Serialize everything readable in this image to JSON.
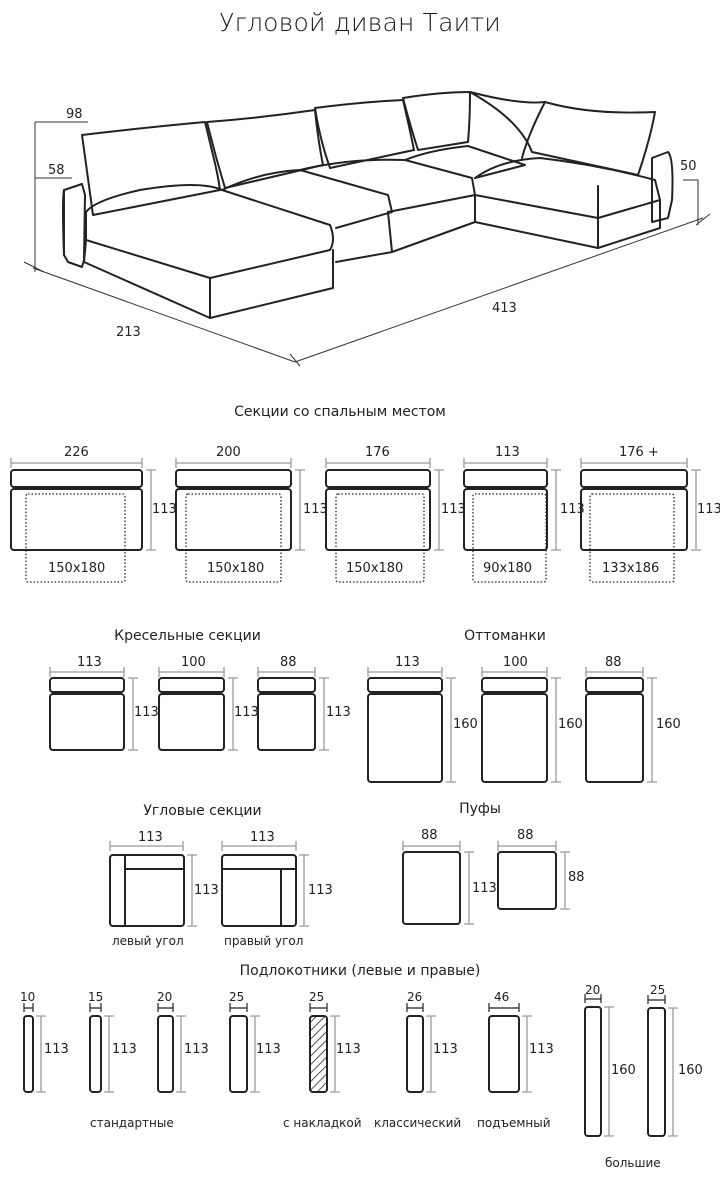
{
  "title": "Угловой диван Таити",
  "main_view": {
    "dims": {
      "height_total": "98",
      "height_seat": "58",
      "height_arm": "50",
      "depth": "213",
      "length": "413"
    }
  },
  "sleep_sections": {
    "heading": "Секции со спальным местом",
    "items": [
      {
        "width": "226",
        "depth": "113",
        "bed": "150x180"
      },
      {
        "width": "200",
        "depth": "113",
        "bed": "150x180"
      },
      {
        "width": "176",
        "depth": "113",
        "bed": "150x180"
      },
      {
        "width": "113",
        "depth": "113",
        "bed": "90x180"
      },
      {
        "width": "176 +",
        "depth": "113",
        "bed": "133x186"
      }
    ]
  },
  "chair_sections": {
    "heading": "Кресельные секции",
    "items": [
      {
        "width": "113",
        "depth": "113"
      },
      {
        "width": "100",
        "depth": "113"
      },
      {
        "width": "88",
        "depth": "113"
      }
    ]
  },
  "ottomans": {
    "heading": "Оттоманки",
    "items": [
      {
        "width": "113",
        "depth": "160"
      },
      {
        "width": "100",
        "depth": "160"
      },
      {
        "width": "88",
        "depth": "160"
      }
    ]
  },
  "corner_sections": {
    "heading": "Угловые секции",
    "items": [
      {
        "width": "113",
        "depth": "113",
        "label": "левый угол"
      },
      {
        "width": "113",
        "depth": "113",
        "label": "правый угол"
      }
    ]
  },
  "poufs": {
    "heading": "Пуфы",
    "items": [
      {
        "width": "88",
        "depth": "113"
      },
      {
        "width": "88",
        "depth": "88"
      }
    ]
  },
  "armrests": {
    "heading": "Подлокотники (левые и правые)",
    "items": [
      {
        "width": "10",
        "height": "113"
      },
      {
        "width": "15",
        "height": "113"
      },
      {
        "width": "20",
        "height": "113"
      },
      {
        "width": "25",
        "height": "113"
      },
      {
        "width": "25",
        "height": "113"
      },
      {
        "width": "26",
        "height": "113"
      },
      {
        "width": "46",
        "height": "113"
      },
      {
        "width": "20",
        "height": "160"
      },
      {
        "width": "25",
        "height": "160"
      }
    ],
    "group_labels": {
      "standard": "стандартные",
      "overlay": "с накладкой",
      "classic": "классический",
      "lifting": "подъемный",
      "large": "большие"
    }
  },
  "colors": {
    "line": "#222222",
    "dim_line": "#9a9a9a"
  }
}
